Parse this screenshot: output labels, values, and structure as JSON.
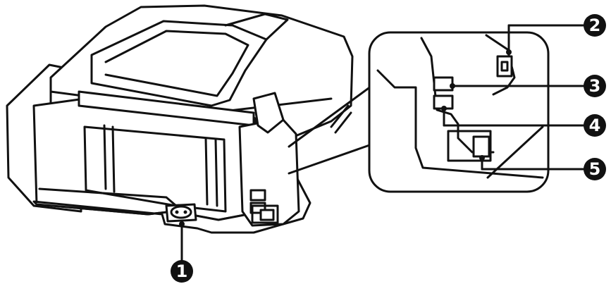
{
  "diagram": {
    "callouts": [
      {
        "number": "1",
        "label": ""
      },
      {
        "number": "2",
        "label": ""
      },
      {
        "number": "3",
        "label": ""
      },
      {
        "number": "4",
        "label": ""
      },
      {
        "number": "5",
        "label": ""
      }
    ]
  },
  "colors": {
    "line": "#111111",
    "body": "#ffffff",
    "shade": "#f2f2f2",
    "callout_fill": "#111111",
    "callout_text": "#ffffff"
  }
}
